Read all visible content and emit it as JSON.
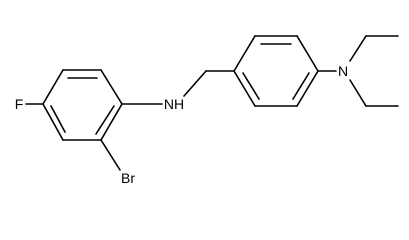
{
  "atom_labels": {
    "fluorine": "F",
    "amine_nh": "NH",
    "amine_n": "N",
    "bromine": "Br"
  },
  "colors": {
    "bond": "#000000",
    "background": "#ffffff"
  }
}
